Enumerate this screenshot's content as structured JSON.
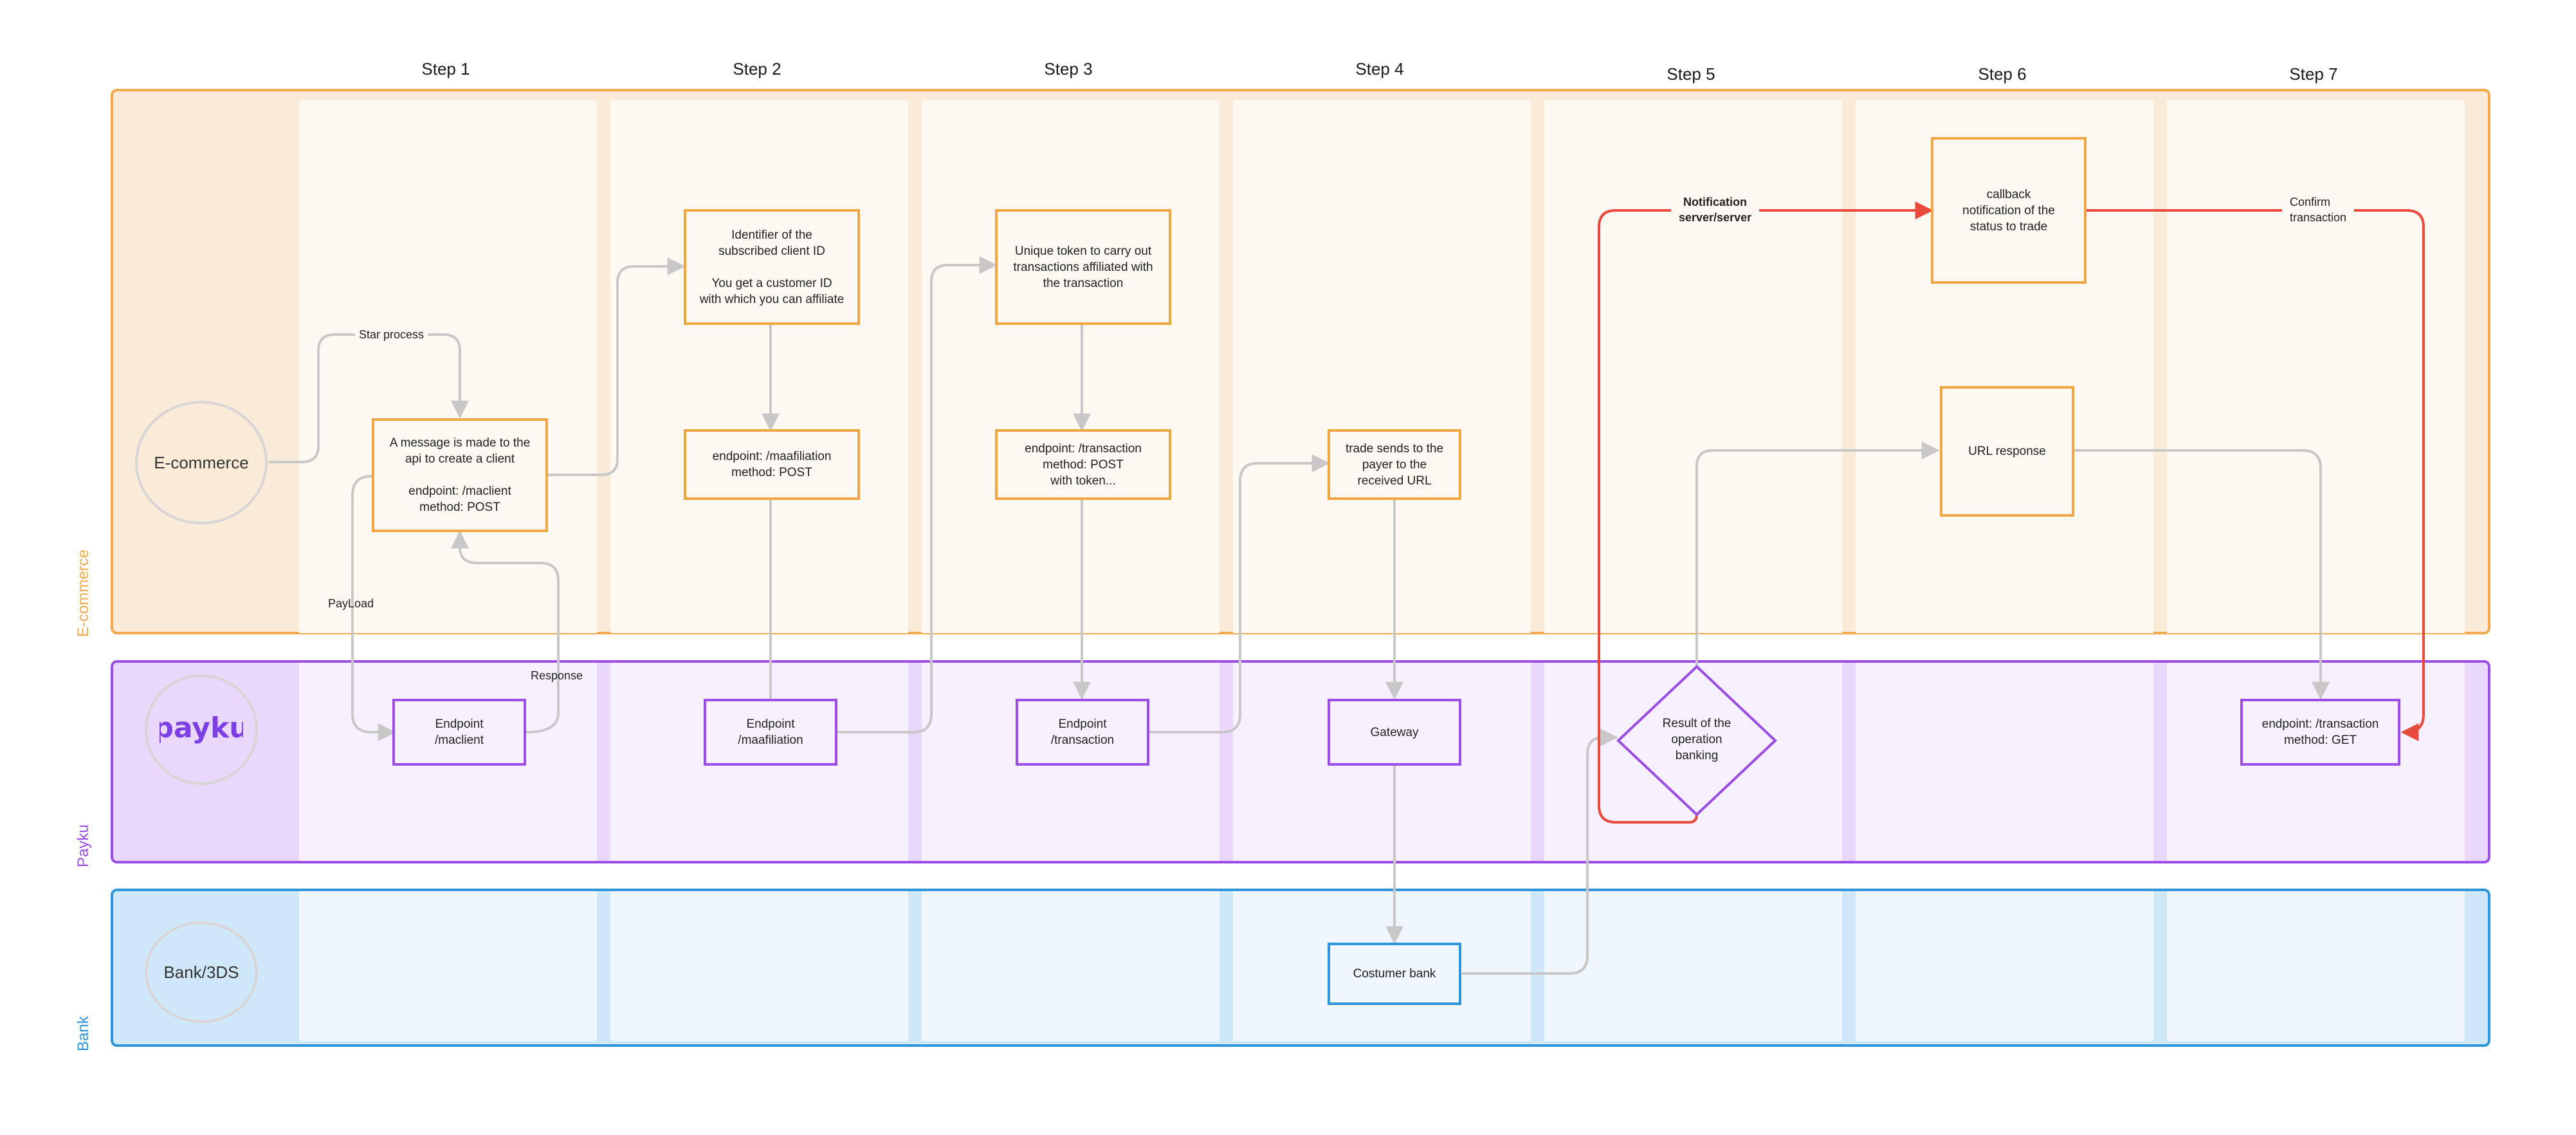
{
  "steps": [
    "Step 1",
    "Step 2",
    "Step 3",
    "Step 4",
    "Step 5",
    "Step 6",
    "Step 7"
  ],
  "lanes": {
    "ecommerce": {
      "title": "E-commerce",
      "circle": "E-commerce",
      "color": "#f2aa4c"
    },
    "payku": {
      "title": "Payku",
      "logo": "payku",
      "color": "#9b4de6"
    },
    "bank": {
      "title": "Bank",
      "circle": "Bank/3DS",
      "color": "#2f95d9"
    }
  },
  "nodes": {
    "create_client": "A message is made to the\napi to create a client\n\nendpoint: /maclient\nmethod: POST",
    "identifier": "Identifier of the\nsubscribed client ID\n\nYou get a customer ID\nwith which you can affiliate",
    "maafiliation_method": "endpoint: /maafiliation\nmethod: POST",
    "unique_token": "Unique token to carry out\ntransactions affiliated with\nthe transaction",
    "transaction_method": "endpoint: /transaction\nmethod: POST\nwith token...",
    "trade_sends": "trade sends to the\npayer to the\nreceived URL",
    "callback": "callback\nnotification of the\nstatus to trade",
    "url_response": "URL response",
    "endpoint_maclient": "Endpoint\n/maclient",
    "endpoint_maafiliation": "Endpoint\n/maafiliation",
    "endpoint_transaction": "Endpoint\n/transaction",
    "gateway": "Gateway",
    "result_banking": "Result of the\noperation\nbanking",
    "transaction_get": "endpoint: /transaction\nmethod: GET",
    "customer_bank": "Costumer bank"
  },
  "edge_labels": {
    "star_process": "Star process",
    "payload": "PayLoad",
    "response": "Response",
    "notification": "Notification\nserver/server",
    "confirm": "Confirm\ntransaction"
  },
  "colors": {
    "orange_border": "#f0a742",
    "purple_border": "#9b4de6",
    "blue_border": "#2f95d9",
    "gray_wire": "#c9c7c8",
    "red_wire": "#e84b3c"
  }
}
